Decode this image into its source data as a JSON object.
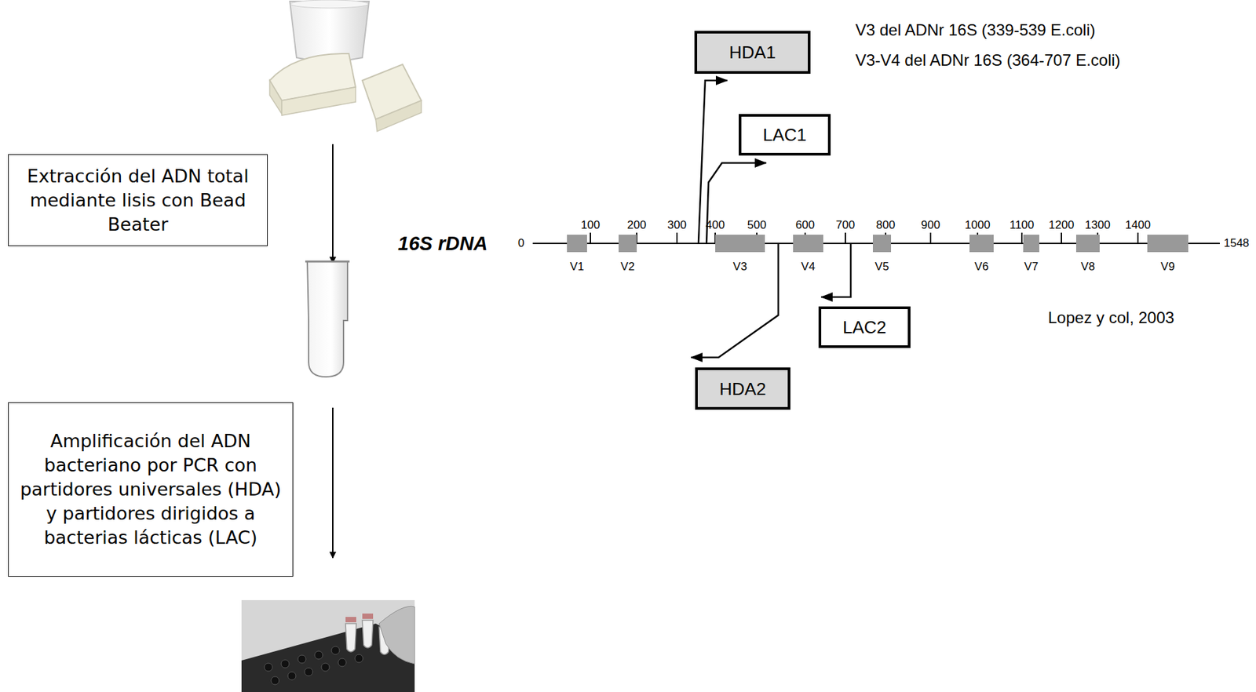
{
  "diagram": {
    "nodes": [
      {
        "text": [
          "Extracción del ADN total mediante lisis con Bead Beater"
        ]
      },
      {
        "text": [
          "Amplificación del ADN bacteriano por PCR con partidores universales (HDA) y partidores dirigidos a bacterias lácticas (LAC)"
        ]
      },
      {
        "text": [
          "HDA1"
        ]
      },
      {
        "text": [
          "LAC1"
        ]
      },
      {
        "text": [
          "LAC2"
        ]
      },
      {
        "text": [
          "HDA2"
        ]
      }
    ],
    "labels": [
      "V3 del ADNr 16S (339-539 E.coli)",
      "V3-V4 del ADNr 16S (364-707 E.coli)",
      "16S rDNA",
      "0",
      "100",
      "200",
      "300",
      "400",
      "500",
      "600",
      "700",
      "800",
      "900",
      "1000",
      "1100",
      "1200",
      "1300",
      "1400",
      "1548",
      "V1",
      "V2",
      "V3",
      "V4",
      "V5",
      "V6",
      "V7",
      "V8",
      "V9",
      "Lopez y col, 2003"
    ]
  }
}
